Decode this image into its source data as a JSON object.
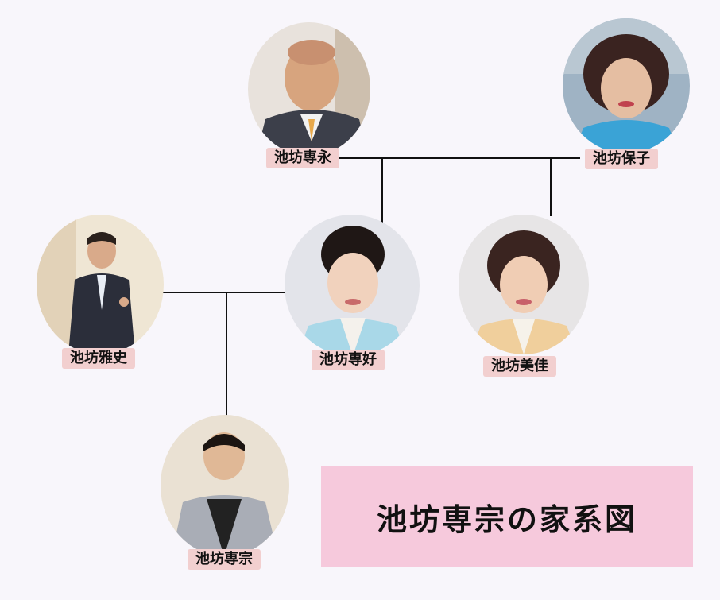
{
  "title": "池坊専宗の家系図",
  "people": {
    "senei": {
      "name": "池坊専永"
    },
    "yasuko": {
      "name": "池坊保子"
    },
    "masashi": {
      "name": "池坊雅史"
    },
    "senko": {
      "name": "池坊専好"
    },
    "yoshika": {
      "name": "池坊美佳"
    },
    "sensou": {
      "name": "池坊専宗"
    }
  },
  "colors": {
    "label_bg": "#f2cfcf",
    "title_bg": "#f6c9dc",
    "line": "#111111",
    "background": "#f8f6fb"
  }
}
